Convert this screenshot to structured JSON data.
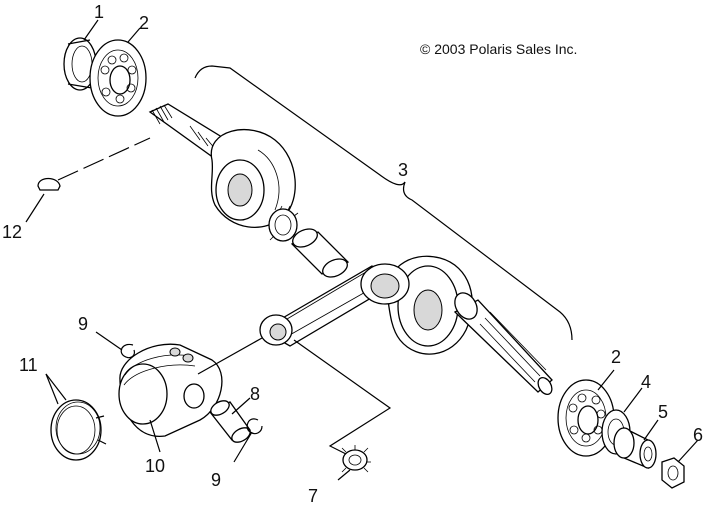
{
  "copyright": "© 2003 Polaris Sales Inc.",
  "callouts": {
    "c1": "1",
    "c2_top": "2",
    "c2_right": "2",
    "c3": "3",
    "c4": "4",
    "c5": "5",
    "c6": "6",
    "c7": "7",
    "c8": "8",
    "c9_top": "9",
    "c9_bottom": "9",
    "c10": "10",
    "c11": "11",
    "c12": "12"
  },
  "parts": [
    {
      "ref": "1",
      "icon": "seal-icon"
    },
    {
      "ref": "2",
      "icon": "ball-bearing-icon"
    },
    {
      "ref": "3",
      "icon": "crankshaft-assembly-icon"
    },
    {
      "ref": "4",
      "icon": "washer-icon"
    },
    {
      "ref": "5",
      "icon": "collar-icon"
    },
    {
      "ref": "6",
      "icon": "nut-icon"
    },
    {
      "ref": "7",
      "icon": "needle-bearing-icon"
    },
    {
      "ref": "8",
      "icon": "piston-pin-icon"
    },
    {
      "ref": "9",
      "icon": "circlip-icon"
    },
    {
      "ref": "10",
      "icon": "piston-icon"
    },
    {
      "ref": "11",
      "icon": "piston-ring-icon"
    },
    {
      "ref": "12",
      "icon": "woodruff-key-icon"
    }
  ]
}
